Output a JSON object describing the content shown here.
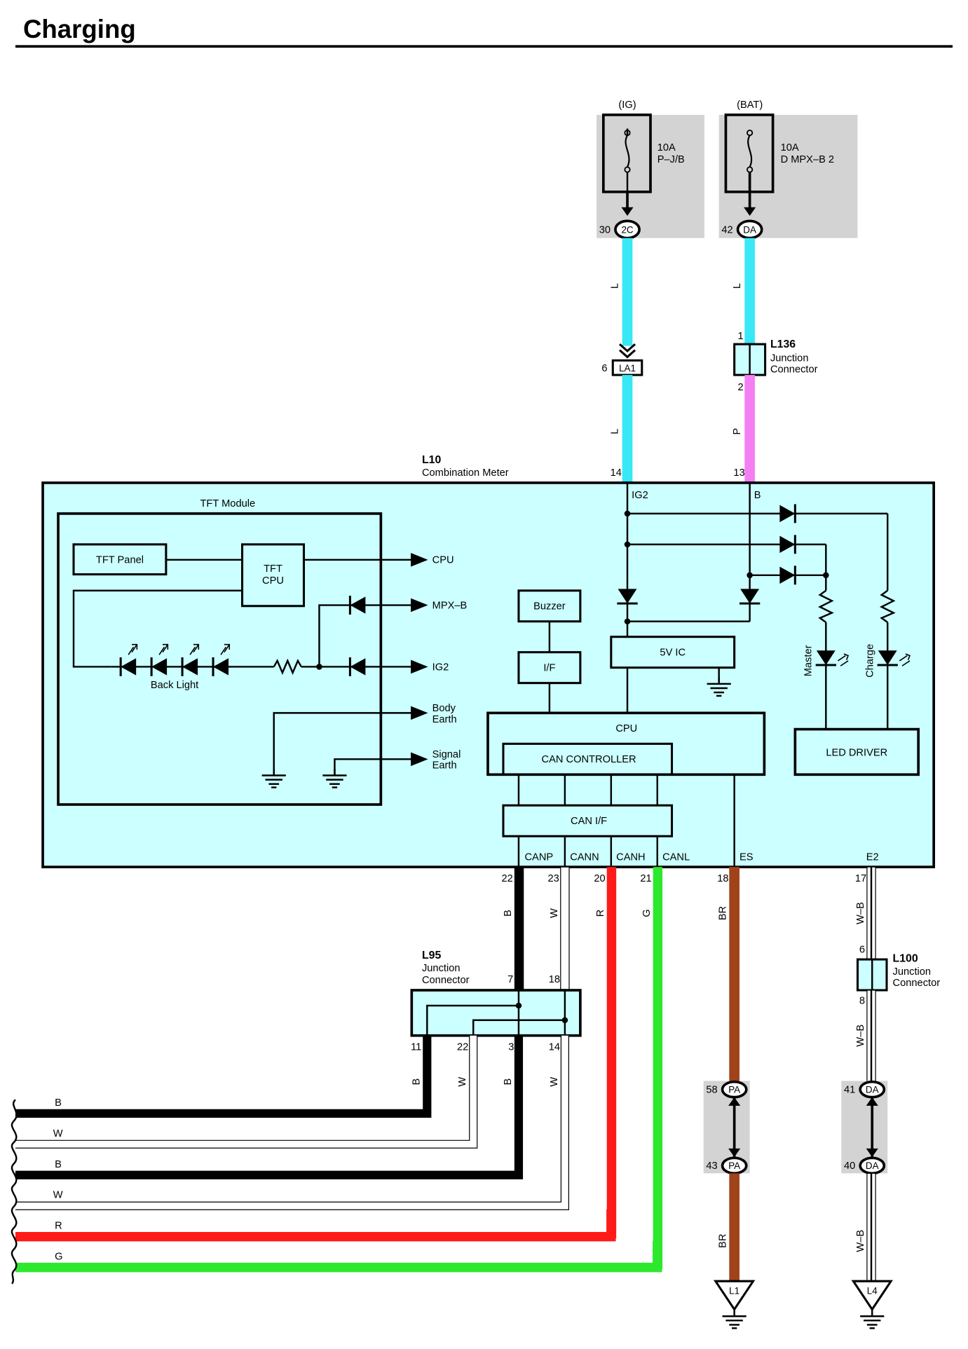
{
  "page": {
    "title": "Charging"
  },
  "colors": {
    "wire_L": "#38e8f5",
    "wire_P": "#f57ef5",
    "wire_R": "#ff1a1a",
    "wire_G": "#2de82d",
    "wire_BR": "#a0421a",
    "wire_B": "#000000",
    "module_fill": "#ccffff",
    "fuse_box_fill": "#d3d3d3"
  },
  "fuses": {
    "ig": {
      "source": "(IG)",
      "amp": "10A",
      "name": "P–J/B",
      "pin": "30",
      "conn": "2C"
    },
    "bat": {
      "source": "(BAT)",
      "amp": "10A",
      "name": "D MPX–B 2",
      "pin": "42",
      "conn": "DA"
    }
  },
  "upper_wires": {
    "ig_color1": "L",
    "bat_color1": "L",
    "ig_color2": "L",
    "bat_color2": "P"
  },
  "la1": {
    "pin": "6",
    "label": "LA1"
  },
  "l136": {
    "ref": "L136",
    "line1": "Junction",
    "line2": "Connector",
    "pin_top": "1",
    "pin_bottom": "2"
  },
  "l10": {
    "ref": "L10",
    "name": "Combination Meter",
    "pin_ig2": "14",
    "pin_b": "13",
    "label_ig2": "IG2",
    "label_b": "B",
    "tft_module": "TFT Module",
    "tft_panel": "TFT Panel",
    "tft_cpu_1": "TFT",
    "tft_cpu_2": "CPU",
    "back_light": "Back Light",
    "out_cpu": "CPU",
    "out_mpxb": "MPX–B",
    "out_ig2": "IG2",
    "out_body_1": "Body",
    "out_body_2": "Earth",
    "out_signal_1": "Signal",
    "out_signal_2": "Earth",
    "buzzer": "Buzzer",
    "if": "I/F",
    "five_v_ic": "5V IC",
    "cpu": "CPU",
    "can_controller": "CAN CONTROLLER",
    "can_if": "CAN I/F",
    "led_driver": "LED DRIVER",
    "master": "Master",
    "charge": "Charge",
    "canp": "CANP",
    "cann": "CANN",
    "canh": "CANH",
    "canl": "CANL",
    "es": "ES",
    "e2": "E2",
    "pin_canp": "22",
    "pin_cann": "23",
    "pin_canh": "20",
    "pin_canl": "21",
    "pin_es": "18",
    "pin_e2": "17"
  },
  "lower_wire_colors": {
    "canp": "B",
    "cann": "W",
    "canh": "R",
    "canl": "G",
    "es": "BR",
    "e2": "W–B"
  },
  "l95": {
    "ref": "L95",
    "line1": "Junction",
    "line2": "Connector",
    "pin_7": "7",
    "pin_18": "18",
    "pin_11": "11",
    "pin_22": "22",
    "pin_3": "3",
    "pin_14": "14",
    "out_11": "B",
    "out_22": "W",
    "out_3": "B",
    "out_14": "W"
  },
  "l100": {
    "ref": "L100",
    "line1": "Junction",
    "line2": "Connector",
    "pin_top": "6",
    "pin_bottom": "8",
    "wire_below": "W–B"
  },
  "bus_labels": [
    "B",
    "W",
    "B",
    "W",
    "R",
    "G"
  ],
  "pa": {
    "pin_top": "58",
    "conn_top": "PA",
    "pin_bottom": "43",
    "conn_bottom": "PA",
    "wire": "BR",
    "ground": "L1"
  },
  "da": {
    "pin_top": "41",
    "conn_top": "DA",
    "pin_bottom": "40",
    "conn_bottom": "DA",
    "wire": "W–B",
    "ground": "L4"
  }
}
